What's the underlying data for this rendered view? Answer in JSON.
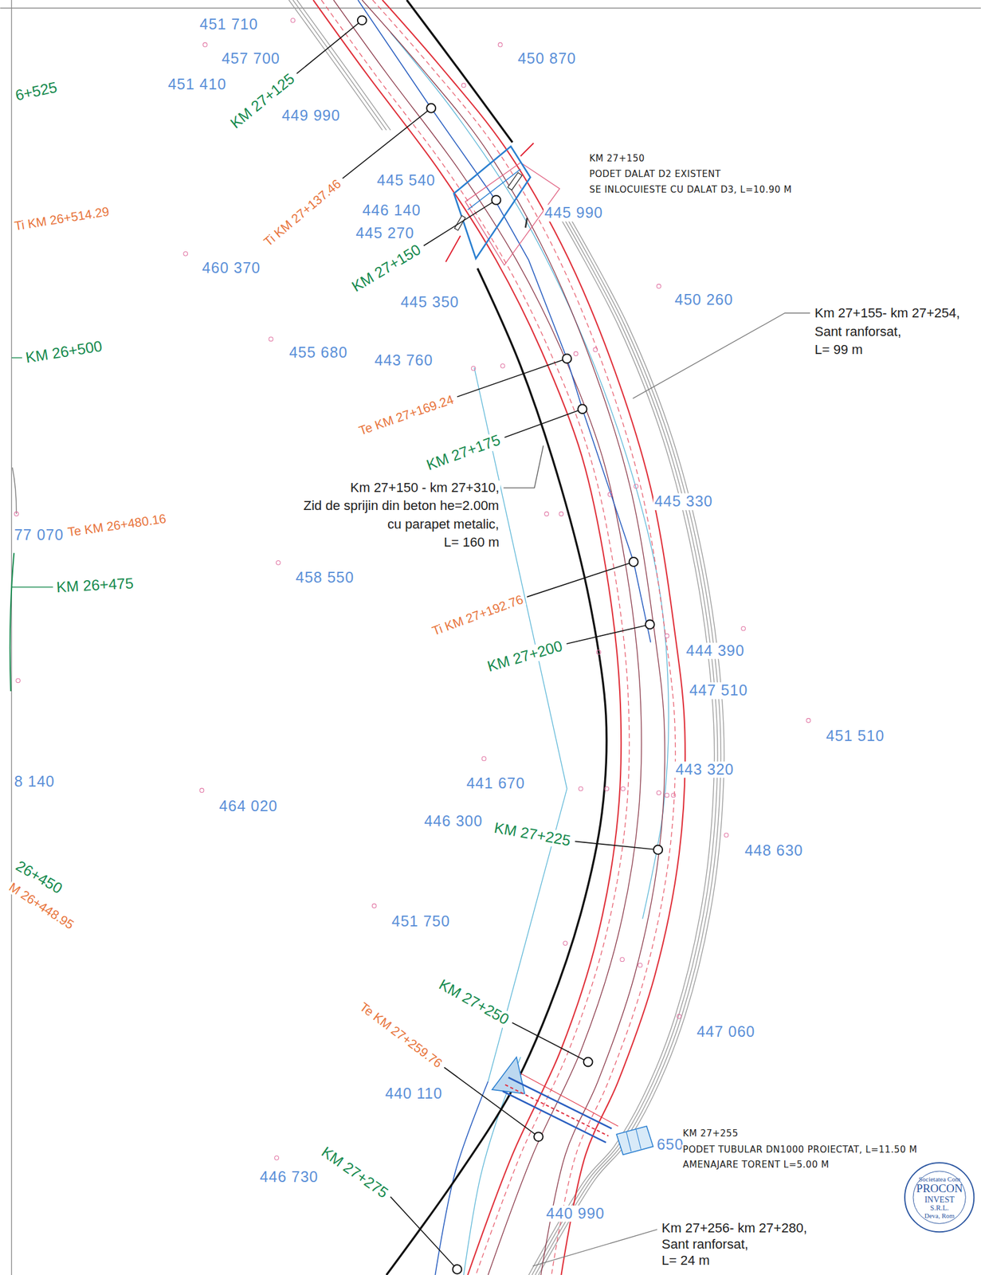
{
  "diagram": {
    "nodes": [
      {
        "text": [
          "Societatea Com",
          "PROCON",
          "INVEST",
          "S.R.L.",
          "Deva, Rom"
        ]
      }
    ],
    "labels": [
      "451 710",
      "457 700",
      "451 410",
      "449 990",
      "450 870",
      "445 540",
      "445 990",
      "446 140",
      "445 270",
      "460 370",
      "445 350",
      "450 260",
      "455 680",
      "443 760",
      "445 330",
      "458 550",
      "444 390",
      "447 510",
      "451 510",
      "443 320",
      "441 670",
      "8 140",
      "464 020",
      "446 300",
      "448 630",
      "451 750",
      "447 060",
      "440 110",
      "446 730",
      "440 990",
      "77 070",
      "650",
      "6+525",
      "KM 27+125",
      "KM 27+150",
      "KM 26+500",
      "KM 27+175",
      "KM 26+475",
      "KM 27+200",
      "KM 27+225",
      "26+450",
      "KM 27+250",
      "KM 27+275",
      "Ti KM 26+514.29",
      "Ti KM 27+137.46",
      "Te KM 27+169.24",
      "Te KM 26+480.16",
      "Ti KM 27+192.76",
      "M 26+448.95",
      "Te KM 27+259.76",
      "KM 27+150",
      "PODET DALAT D2 EXISTENT",
      "SE INLOCUIESTE CU DALAT D3, L=10.90 M",
      "Km 27+155- km 27+254,",
      "Sant ranforsat,",
      "L= 99 m",
      "Km 27+150 - km 27+310,",
      "Zid de sprijin din beton he=2.00m",
      "cu parapet metalic,",
      "L= 160 m",
      "KM 27+255",
      "PODET TUBULAR DN1000 PROIECTAT, L=11.50 M",
      "AMENAJARE TORENT L=5.00 M",
      "Km 27+256- km 27+280,",
      "Sant ranforsat,",
      "L= 24 m"
    ]
  }
}
